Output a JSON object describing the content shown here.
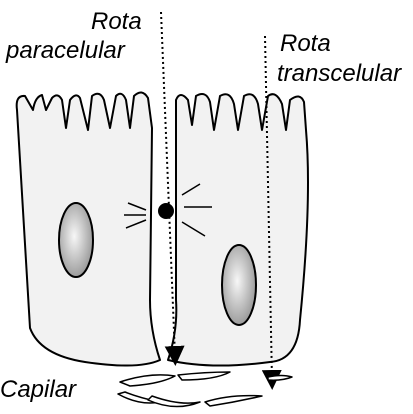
{
  "labels": {
    "paracellular_line1": "Rota",
    "paracellular_line2": "paracelular",
    "transcellular_line1": "Rota",
    "transcellular_line2": "transcelular",
    "capillary": "Capilar"
  },
  "colors": {
    "cell_fill": "#f2f2f2",
    "stroke": "#000000",
    "nucleus_light": "#f7f7f7",
    "nucleus_dark": "#8c8c8c",
    "junction": "#000000"
  }
}
